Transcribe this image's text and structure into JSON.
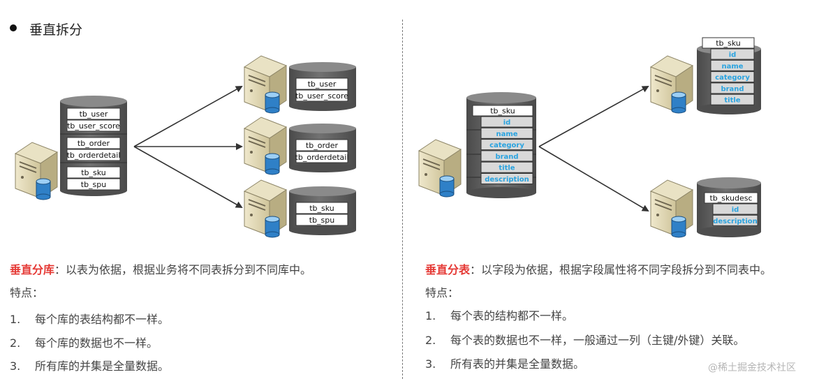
{
  "title": "垂直拆分",
  "left": {
    "source_groups": [
      [
        "tb_user",
        "tb_user_score"
      ],
      [
        "tb_order",
        "tb_orderdetail"
      ],
      [
        "tb_sku",
        "tb_spu"
      ]
    ],
    "targets": [
      [
        "tb_user",
        "tb_user_score"
      ],
      [
        "tb_order",
        "tb_orderdetail"
      ],
      [
        "tb_sku",
        "tb_spu"
      ]
    ],
    "heading_term": "垂直分库",
    "heading_rest": "：以表为依据，根据业务将不同表拆分到不同库中。",
    "features_label": "特点：",
    "items": [
      {
        "num": "1.",
        "text": "每个库的表结构都不一样。"
      },
      {
        "num": "2.",
        "text": "每个库的数据也不一样。"
      },
      {
        "num": "3.",
        "text": "所有库的并集是全量数据。"
      }
    ]
  },
  "right": {
    "source_table": "tb_sku",
    "source_fields": [
      "id",
      "name",
      "category",
      "brand",
      "title",
      "description"
    ],
    "target1_table": "tb_sku",
    "target1_fields": [
      "id",
      "name",
      "category",
      "brand",
      "title"
    ],
    "target2_table": "tb_skudesc",
    "target2_fields": [
      "id",
      "description"
    ],
    "heading_term": "垂直分表",
    "heading_rest": "：以字段为依据，根据字段属性将不同字段拆分到不同表中。",
    "features_label": "特点：",
    "items": [
      {
        "num": "1.",
        "text": "每个表的结构都不一样。"
      },
      {
        "num": "2.",
        "text": "每个表的数据也不一样，一般通过一列（主键/外键）关联。"
      },
      {
        "num": "3.",
        "text": "所有表的并集是全量数据。"
      }
    ]
  },
  "watermark": "@稀土掘金技术社区",
  "colors": {
    "accent_red": "#e53935",
    "field_blue": "#29a3e0",
    "cylinder": "#5a5a5a",
    "server": "#d8cfa8"
  }
}
